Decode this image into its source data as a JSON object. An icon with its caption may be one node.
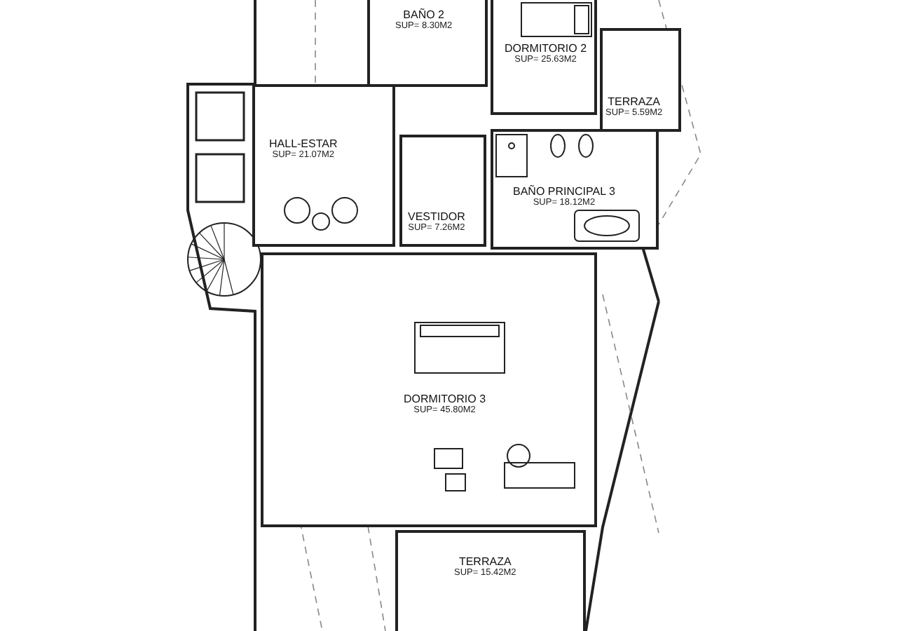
{
  "diagram": {
    "nodes": [
      {
        "text": [
          "BAÑO 2",
          "SUP= 8.30M2"
        ]
      },
      {
        "text": [
          "DORMITORIO 2",
          "SUP= 25.63M2"
        ]
      },
      {
        "text": [
          "TERRAZA",
          "SUP= 5.59M2"
        ]
      },
      {
        "text": [
          "HALL-ESTAR",
          "SUP= 21.07M2"
        ]
      },
      {
        "text": [
          "VESTIDOR",
          "SUP= 7.26M2"
        ]
      },
      {
        "text": [
          "BAÑO PRINCIPAL 3",
          "SUP= 18.12M2"
        ]
      },
      {
        "text": [
          "DORMITORIO 3",
          "SUP= 45.80M2"
        ]
      },
      {
        "text": [
          "TERRAZA",
          "SUP= 15.42M2"
        ]
      }
    ]
  }
}
